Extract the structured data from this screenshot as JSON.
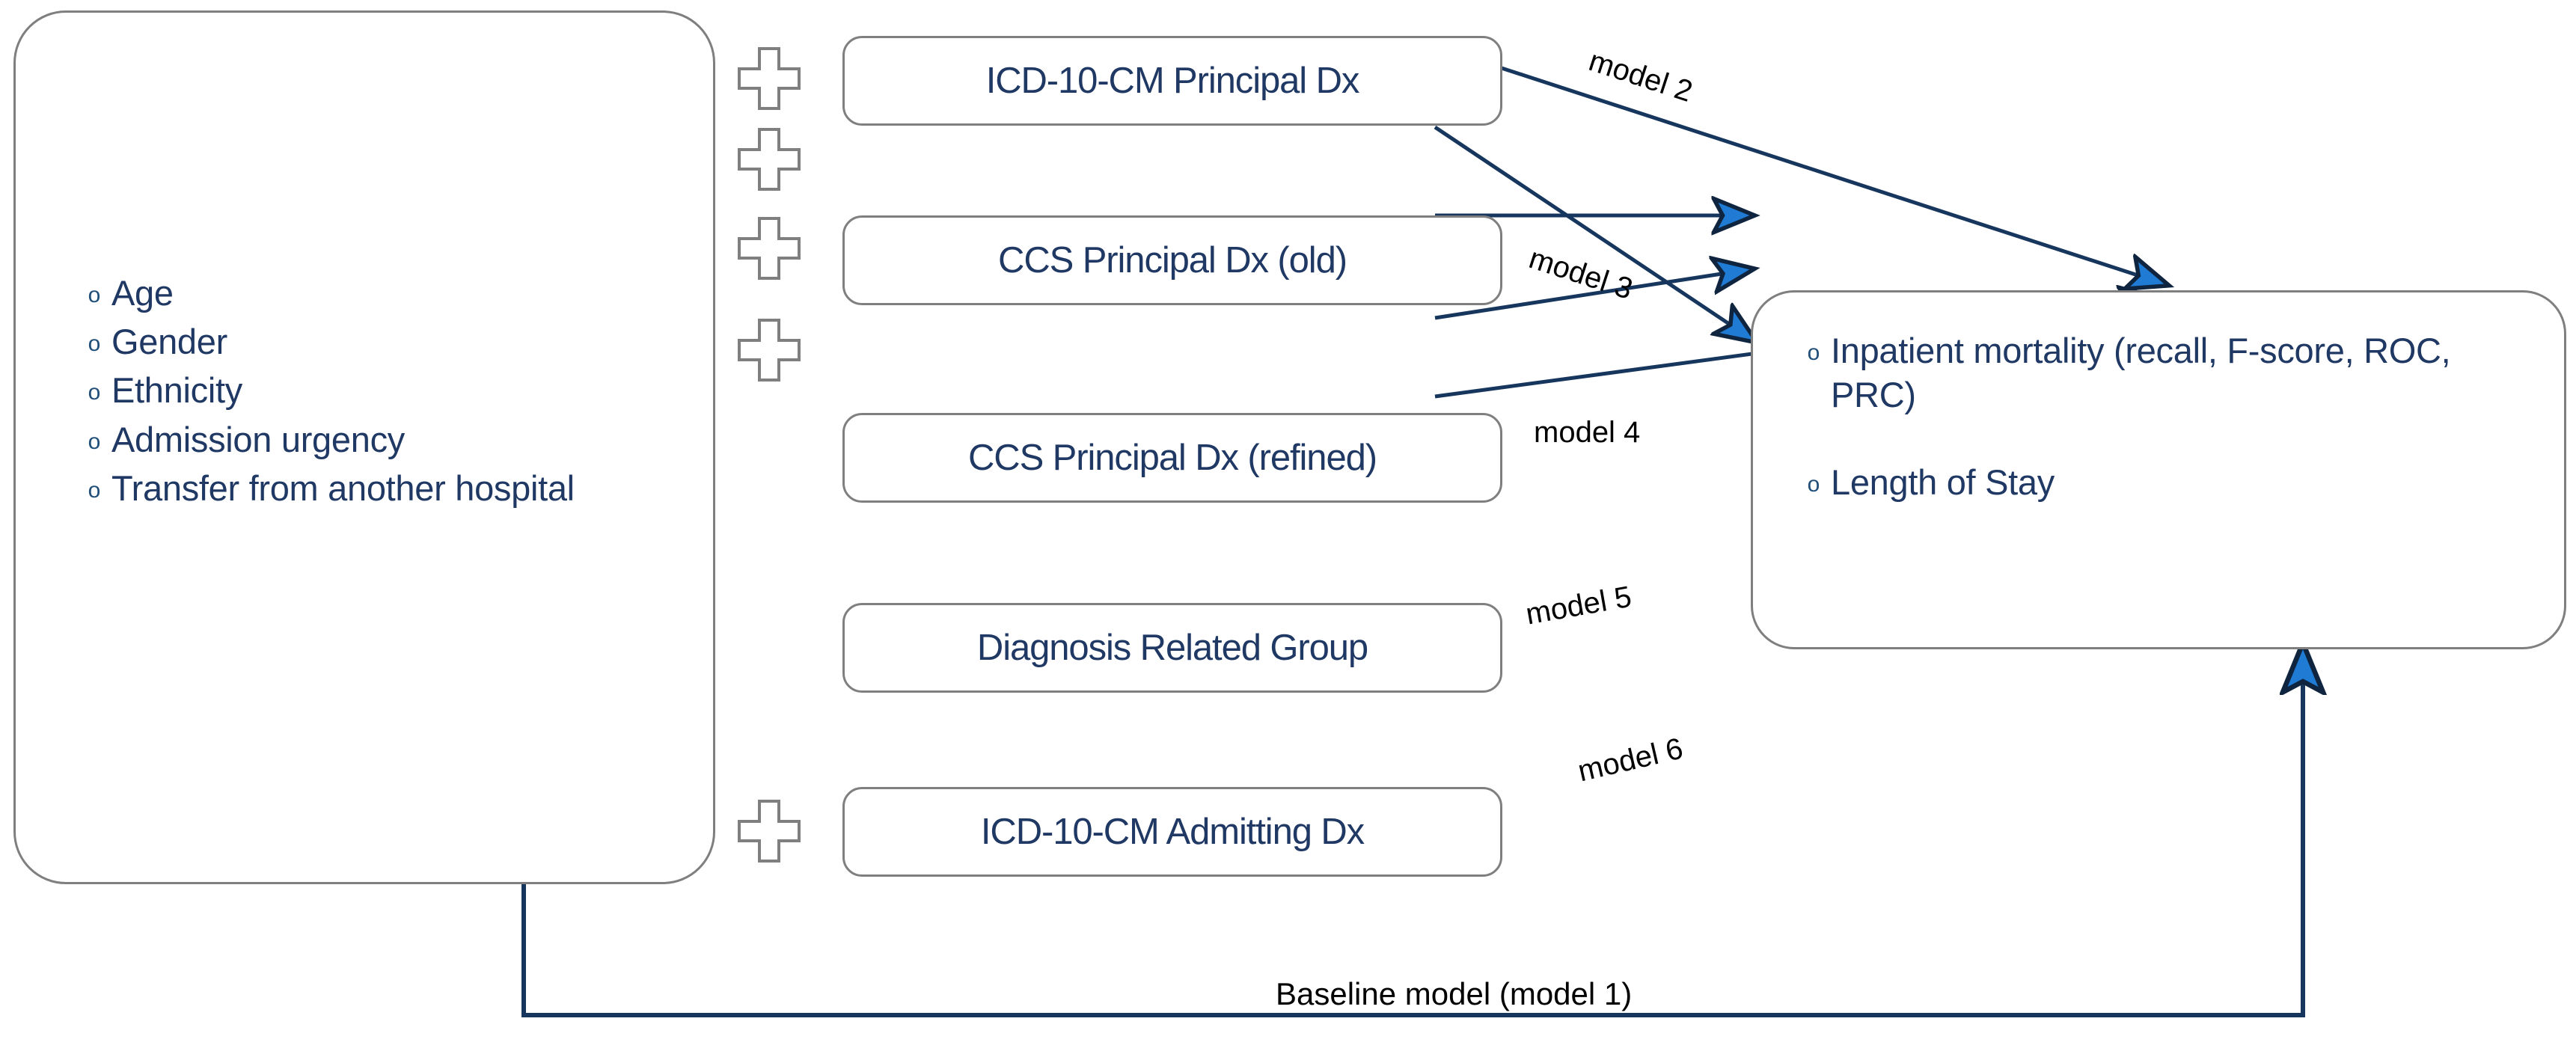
{
  "diagram": {
    "title": "Predictive modelling feature-set diagram",
    "colors": {
      "text_navy": "#1F3864",
      "bullet_navy": "#1F4E79",
      "box_border": "#7F7F7F",
      "arrow_line": "#17365D",
      "arrow_head_fill": "#1F7BD4",
      "arrow_head_stroke": "#0F243E",
      "label_black": "#000000",
      "background": "#FFFFFF"
    }
  },
  "patient_panel": {
    "name": "patient-characteristics-panel",
    "bullet_glyph": "o",
    "items": [
      "Age",
      "Gender",
      "Ethnicity",
      "Admission urgency",
      "Transfer from another hospital"
    ]
  },
  "feature_boxes": [
    {
      "id": "icd10cm-principal-dx",
      "label": "ICD-10-CM Principal Dx",
      "icon": "plus-icon"
    },
    {
      "id": "ccs-principal-dx-old",
      "label": "CCS Principal Dx (old)",
      "icon": "plus-icon"
    },
    {
      "id": "ccs-principal-dx-refined",
      "label": "CCS Principal Dx (refined)",
      "icon": "plus-icon"
    },
    {
      "id": "diagnosis-related-group",
      "label": "Diagnosis Related Group",
      "icon": "plus-icon"
    },
    {
      "id": "icd10cm-admitting-dx",
      "label": "ICD-10-CM Admitting Dx",
      "icon": "plus-icon"
    }
  ],
  "outcome_panel": {
    "name": "outcomes-panel",
    "bullet_glyph": "o",
    "items": [
      "Inpatient mortality (recall, F-score, ROC, PRC)",
      "Length of Stay"
    ],
    "item_lines": [
      [
        "Inpatient mortality (recall, F-",
        "score, ROC, PRC)"
      ],
      [
        "Length of Stay"
      ]
    ]
  },
  "edges": [
    {
      "id": "model-2",
      "label": "model 2",
      "from": "icd10cm-principal-dx",
      "to": "outcomes-panel"
    },
    {
      "id": "model-3",
      "label": "model 3",
      "from": "ccs-principal-dx-old",
      "to": "outcomes-panel"
    },
    {
      "id": "model-4",
      "label": "model 4",
      "from": "ccs-principal-dx-refined",
      "to": "outcomes-panel"
    },
    {
      "id": "model-5",
      "label": "model 5",
      "from": "diagnosis-related-group",
      "to": "outcomes-panel"
    },
    {
      "id": "model-6",
      "label": "model 6",
      "from": "icd10cm-admitting-dx",
      "to": "outcomes-panel"
    },
    {
      "id": "model-1",
      "label": "Baseline model (model 1)",
      "from": "patient-characteristics-panel",
      "to": "outcomes-panel"
    }
  ]
}
